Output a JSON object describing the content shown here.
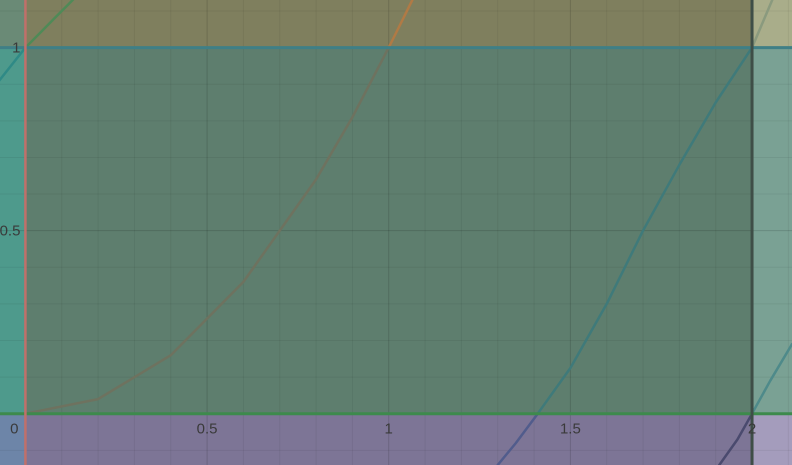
{
  "chart_data": {
    "type": "line",
    "title": "",
    "xlabel": "",
    "ylabel": "",
    "xlim": [
      -0.07,
      2.11
    ],
    "ylim": [
      -0.14,
      1.13
    ],
    "grid": true,
    "x_ticks": [
      {
        "value": 0,
        "label": "0"
      },
      {
        "value": 0.5,
        "label": "0.5"
      },
      {
        "value": 1,
        "label": "1"
      },
      {
        "value": 1.5,
        "label": "1.5"
      },
      {
        "value": 2,
        "label": "2"
      }
    ],
    "y_ticks": [
      {
        "value": 0.5,
        "label": "0.5"
      },
      {
        "value": 1,
        "label": "1"
      }
    ],
    "shaded_regions": [
      {
        "id": "region-unit-top",
        "x": [
          0,
          2
        ],
        "y": [
          1,
          1.13
        ],
        "color": "#7f7f5e"
      },
      {
        "id": "region-unit-main",
        "x": [
          0,
          2
        ],
        "y": [
          0,
          1
        ],
        "color": "#5e7e6e"
      },
      {
        "id": "region-left-band",
        "x": [
          -0.07,
          0
        ],
        "y": [
          0,
          1
        ],
        "color": "#4e9a8c"
      },
      {
        "id": "region-left-top",
        "x": [
          -0.07,
          0
        ],
        "y": [
          1,
          1.13
        ],
        "color": "#6a8a76"
      },
      {
        "id": "region-right-top",
        "x": [
          2,
          2.11
        ],
        "y": [
          1,
          1.13
        ],
        "color": "#a9ad8a"
      },
      {
        "id": "region-right-band",
        "x": [
          2,
          2.11
        ],
        "y": [
          0,
          1
        ],
        "color": "#7aa194"
      },
      {
        "id": "region-bottom",
        "x": [
          0,
          2
        ],
        "y": [
          -0.14,
          0
        ],
        "color": "#7d7596"
      },
      {
        "id": "region-bottom-left",
        "x": [
          -0.07,
          0
        ],
        "y": [
          -0.14,
          0
        ],
        "color": "#6d85a8"
      },
      {
        "id": "region-bottom-right",
        "x": [
          2,
          2.11
        ],
        "y": [
          -0.14,
          0
        ],
        "color": "#a49cbc"
      }
    ],
    "boundary_lines": [
      {
        "id": "line-y1",
        "orientation": "horizontal",
        "value": 1,
        "color": "#3f7f86",
        "width": 3
      },
      {
        "id": "line-y0",
        "orientation": "horizontal",
        "value": 0,
        "color": "#3d8a4c",
        "width": 3
      },
      {
        "id": "line-x0",
        "orientation": "vertical",
        "value": 0,
        "color": "#c0706a",
        "width": 2.5
      },
      {
        "id": "line-x2",
        "orientation": "vertical",
        "value": 2,
        "color": "#3e4e47",
        "width": 3
      }
    ],
    "series": [
      {
        "id": "curve-x-squared",
        "color": "#6e725f",
        "points": [
          [
            0,
            0
          ],
          [
            0.2,
            0.04
          ],
          [
            0.4,
            0.16
          ],
          [
            0.6,
            0.36
          ],
          [
            0.8,
            0.64
          ],
          [
            0.9,
            0.81
          ],
          [
            1,
            1
          ]
        ]
      },
      {
        "id": "curve-orange",
        "color": "#b07a45",
        "points": [
          [
            1,
            1
          ],
          [
            1.02,
            1.04
          ],
          [
            1.04,
            1.08
          ],
          [
            1.06,
            1.12
          ],
          [
            1.07,
            1.14
          ]
        ]
      },
      {
        "id": "curve-green-upper-left",
        "color": "#4f8a57",
        "points": [
          [
            0,
            1
          ],
          [
            0.04,
            1.04
          ],
          [
            0.08,
            1.08
          ],
          [
            0.12,
            1.12
          ],
          [
            0.14,
            1.14
          ]
        ]
      },
      {
        "id": "curve-teal-left",
        "color": "#2f8a86",
        "points": [
          [
            -0.08,
            0.9
          ],
          [
            -0.04,
            0.95
          ],
          [
            0,
            1
          ]
        ]
      },
      {
        "id": "curve-teal-right",
        "color": "#3f7a7a",
        "points": [
          [
            1.41,
            0
          ],
          [
            1.5,
            0.125
          ],
          [
            1.6,
            0.3
          ],
          [
            1.7,
            0.5
          ],
          [
            1.8,
            0.68
          ],
          [
            1.9,
            0.85
          ],
          [
            2,
            1
          ]
        ]
      },
      {
        "id": "curve-teal-far",
        "color": "#4e8a8a",
        "points": [
          [
            2,
            0
          ],
          [
            2.05,
            0.09
          ],
          [
            2.11,
            0.19
          ]
        ]
      },
      {
        "id": "curve-olive-top-right",
        "color": "#8a9a7e",
        "points": [
          [
            2,
            1
          ],
          [
            2.03,
            1.07
          ],
          [
            2.06,
            1.14
          ]
        ]
      },
      {
        "id": "curve-blue-bottom",
        "color": "#515c8c",
        "points": [
          [
            1.3,
            -0.14
          ],
          [
            1.35,
            -0.08
          ],
          [
            1.41,
            0
          ]
        ]
      },
      {
        "id": "curve-purple-bottom",
        "color": "#4a4a6e",
        "points": [
          [
            1.91,
            -0.14
          ],
          [
            1.96,
            -0.07
          ],
          [
            2,
            0
          ]
        ]
      }
    ]
  }
}
